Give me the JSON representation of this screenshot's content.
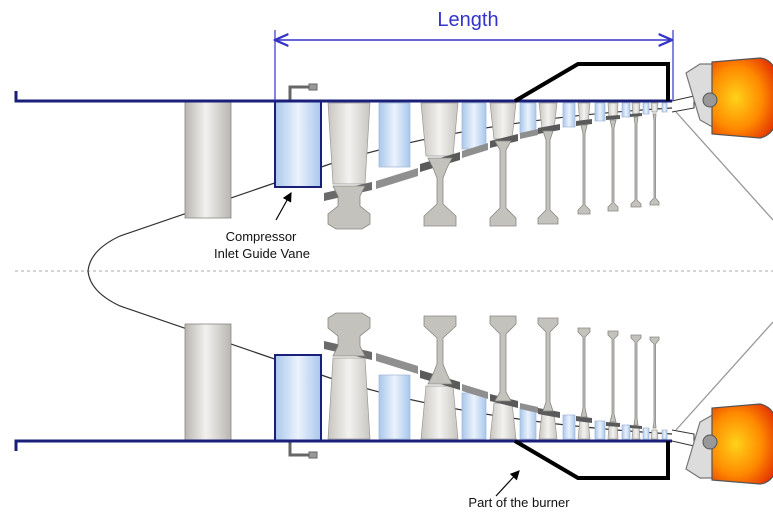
{
  "labels": {
    "length": "Length",
    "igv_line1": "Compressor",
    "igv_line2": "Inlet Guide Vane",
    "burner": "Part of the burner"
  },
  "colors": {
    "casing": "#1a1f7a",
    "dimension": "#3333cc",
    "blade_fill": "#d8d6d2",
    "vane_fill": "#cfe0f5",
    "disk_fill": "#c4c2bd",
    "platform_fill": "#5a5a5a",
    "burner_line": "#000000",
    "flame_core": "#ff8a00",
    "flame_edge": "#e03000",
    "centerline": "#aaaaaa"
  }
}
